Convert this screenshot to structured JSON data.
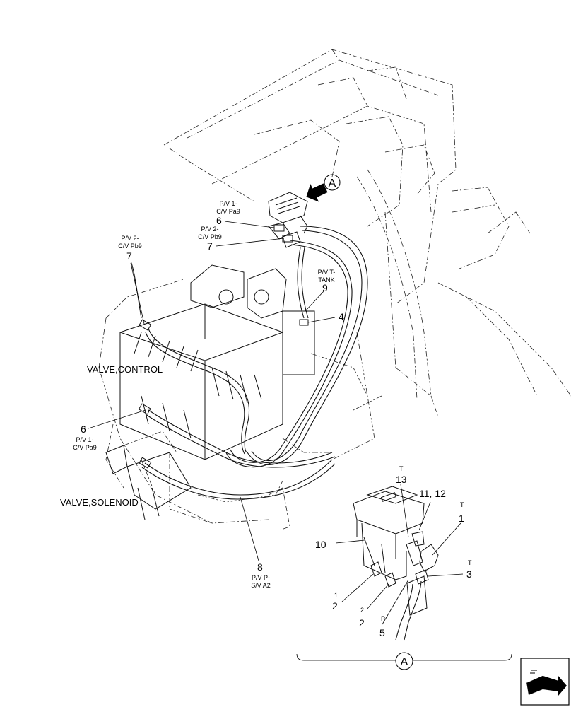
{
  "callouts": {
    "pv1_cv_pa9_top": "P/V 1-\nC/V Pa9",
    "pv2_cv_pb9_mid": "P/V 2-\nC/V Pb9",
    "pv2_cv_pb9_left": "P/V 2-\nC/V Pb9",
    "pv_t_tank": "P/V T-\nTANK",
    "pv1_cv_pa9_left": "P/V 1-\nC/V Pa9",
    "pv_p_sv_a2": "P/V P-\nS/V A2",
    "n6_top": "6",
    "n7_mid": "7",
    "n7_left": "7",
    "n9": "9",
    "n4": "4",
    "n6_left": "6",
    "n8": "8"
  },
  "labels": {
    "valve_control": "VALVE,CONTROL",
    "valve_solenoid": "VALVE,SOLENOID"
  },
  "detail": {
    "marker": "A",
    "t_top": "T",
    "n13": "13",
    "n11_12": "11, 12",
    "t_right": "T",
    "n1": "1",
    "n10": "10",
    "t_lower": "T",
    "n3": "3",
    "sub1": "1",
    "n2a": "2",
    "sub2": "2",
    "n2b": "2",
    "p": "P",
    "n5": "5"
  },
  "view_marker_top": "A"
}
